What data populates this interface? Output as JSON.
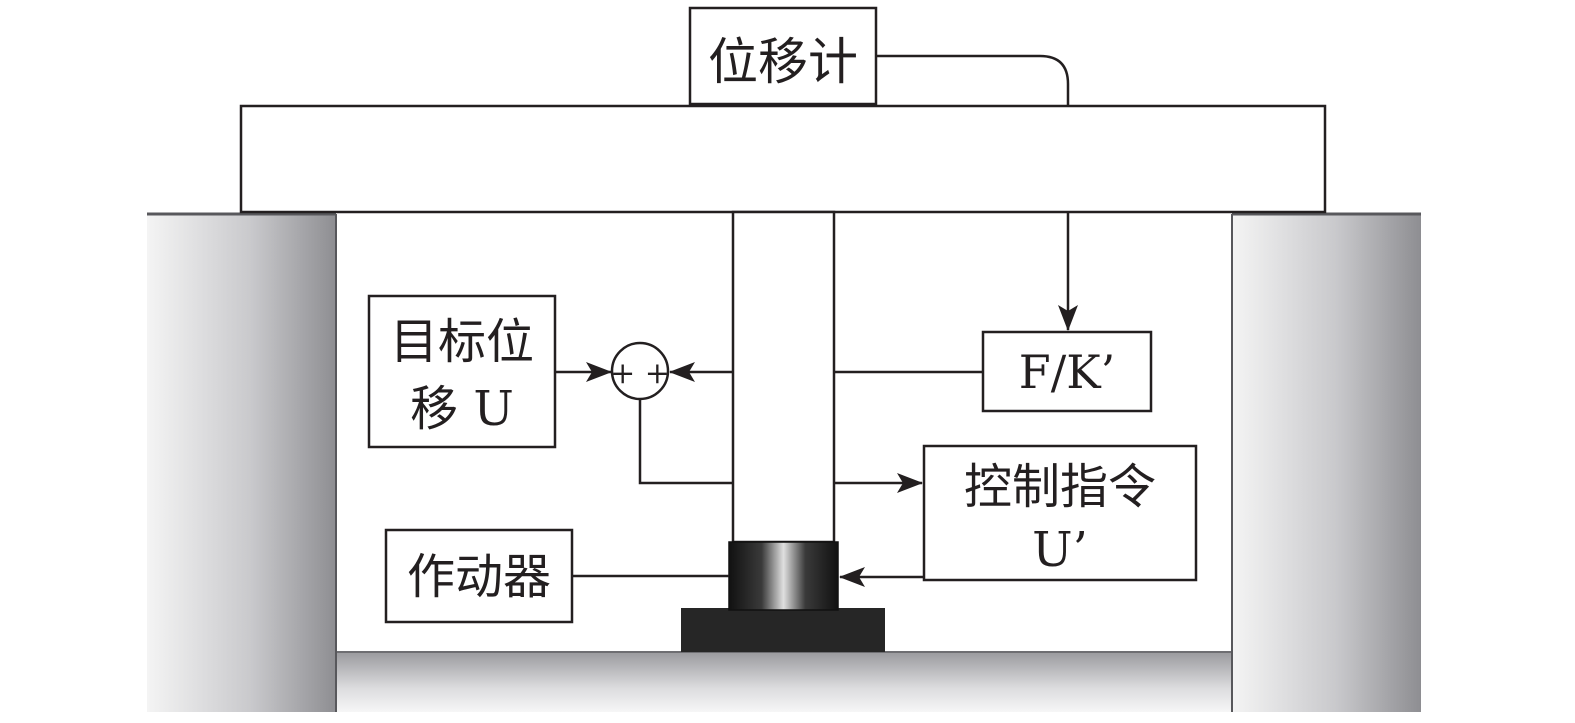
{
  "labels": {
    "displacement_meter": "位移计",
    "target_line1": "目标位",
    "target_line2": "移 U",
    "fk": "F/K’",
    "command_line1": "控制指令",
    "command_line2": "U’",
    "actuator": "作动器",
    "sum_signs": "+ +"
  },
  "colors": {
    "line": "#231f20",
    "wall_dark": "#8c8c90",
    "wall_light": "#f2f2f2",
    "actuator_dark": "#1a1a1a",
    "actuator_highlight": "#d9d9d9",
    "base": "#262626"
  }
}
